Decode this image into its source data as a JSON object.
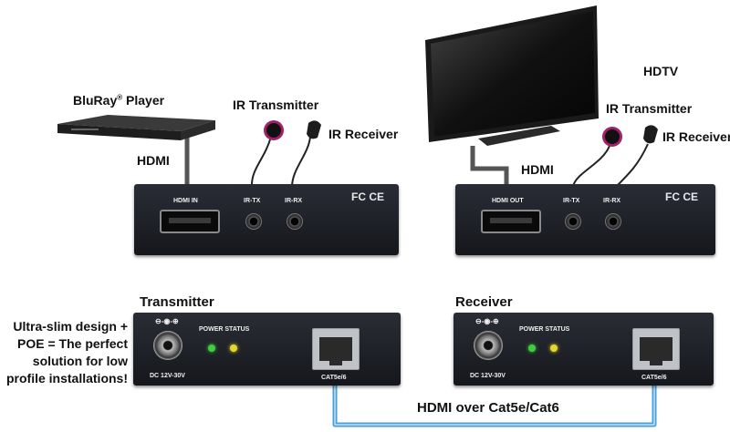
{
  "labels": {
    "bluray": "BluRay",
    "bluray_reg": "®",
    "bluray_suffix": " Player",
    "hdmi_left": "HDMI",
    "ir_transmitter_left": "IR Transmitter",
    "ir_receiver_left": "IR Receiver",
    "hdtv": "HDTV",
    "ir_transmitter_right": "IR Transmitter",
    "ir_receiver_right": "IR Receiver",
    "hdmi_right": "HDMI",
    "transmitter": "Transmitter",
    "receiver": "Receiver",
    "tagline_1": "Ultra-slim design +",
    "tagline_2": "POE = The perfect",
    "tagline_3": "solution for low",
    "tagline_4": "profile installations!",
    "cable_caption": "HDMI over Cat5e/Cat6"
  },
  "transmitter_front": {
    "port_hdmi": "HDMI IN",
    "port_irtx": "IR-TX",
    "port_irrx": "IR-RX",
    "cert": "FC CE"
  },
  "receiver_front": {
    "port_hdmi": "HDMI OUT",
    "port_irtx": "IR-TX",
    "port_irrx": "IR-RX",
    "cert": "FC CE"
  },
  "transmitter_back": {
    "power_status": "POWER STATUS",
    "dc": "DC 12V-30V",
    "lan": "CAT5e/6",
    "polarity": "⊖-◉-⊕"
  },
  "receiver_back": {
    "power_status": "POWER STATUS",
    "dc": "DC 12V-30V",
    "lan": "CAT5e/6",
    "polarity": "⊖-◉-⊕"
  },
  "colors": {
    "cable_blue": "#4a9fd8",
    "led_green": "#3ecf3e",
    "led_yellow": "#e6d82a",
    "ir_purple": "#a0206a"
  }
}
